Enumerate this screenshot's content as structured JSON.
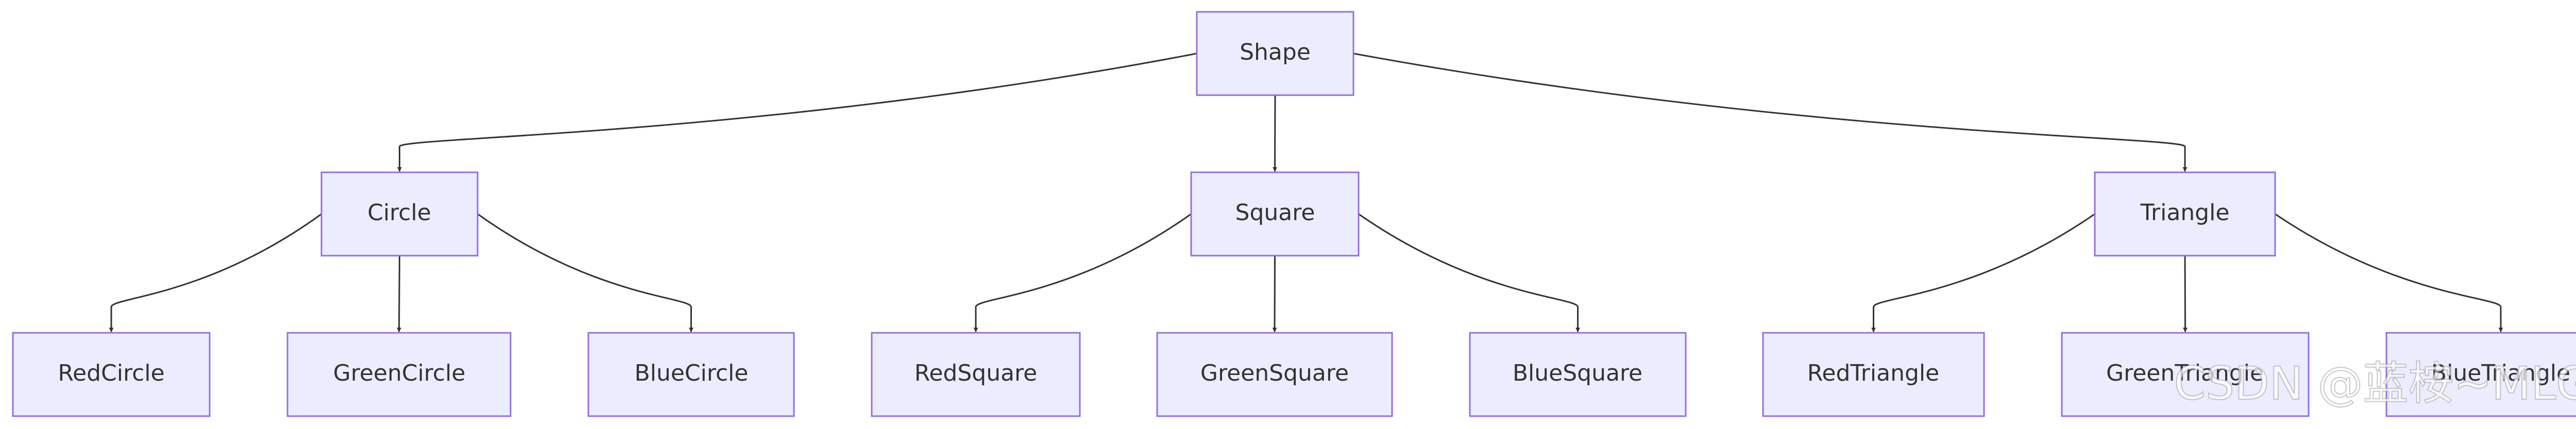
{
  "nodes": {
    "shape": "Shape",
    "circle": "Circle",
    "square": "Square",
    "triangle": "Triangle",
    "red_circle": "RedCircle",
    "green_circle": "GreenCircle",
    "blue_circle": "BlueCircle",
    "red_square": "RedSquare",
    "green_square": "GreenSquare",
    "blue_square": "BlueSquare",
    "red_triangle": "RedTriangle",
    "green_triangle": "GreenTriangle",
    "blue_triangle": "BlueTriangle"
  },
  "edges": [
    [
      "shape",
      "circle"
    ],
    [
      "shape",
      "square"
    ],
    [
      "shape",
      "triangle"
    ],
    [
      "circle",
      "red_circle"
    ],
    [
      "circle",
      "green_circle"
    ],
    [
      "circle",
      "blue_circle"
    ],
    [
      "square",
      "red_square"
    ],
    [
      "square",
      "green_square"
    ],
    [
      "square",
      "blue_square"
    ],
    [
      "triangle",
      "red_triangle"
    ],
    [
      "triangle",
      "green_triangle"
    ],
    [
      "triangle",
      "blue_triangle"
    ]
  ],
  "watermark": "CSDN @蓝桉~MLGT",
  "colors": {
    "node_fill": "#ececff",
    "node_stroke": "#9370db",
    "edge": "#333333",
    "text": "#333333"
  }
}
